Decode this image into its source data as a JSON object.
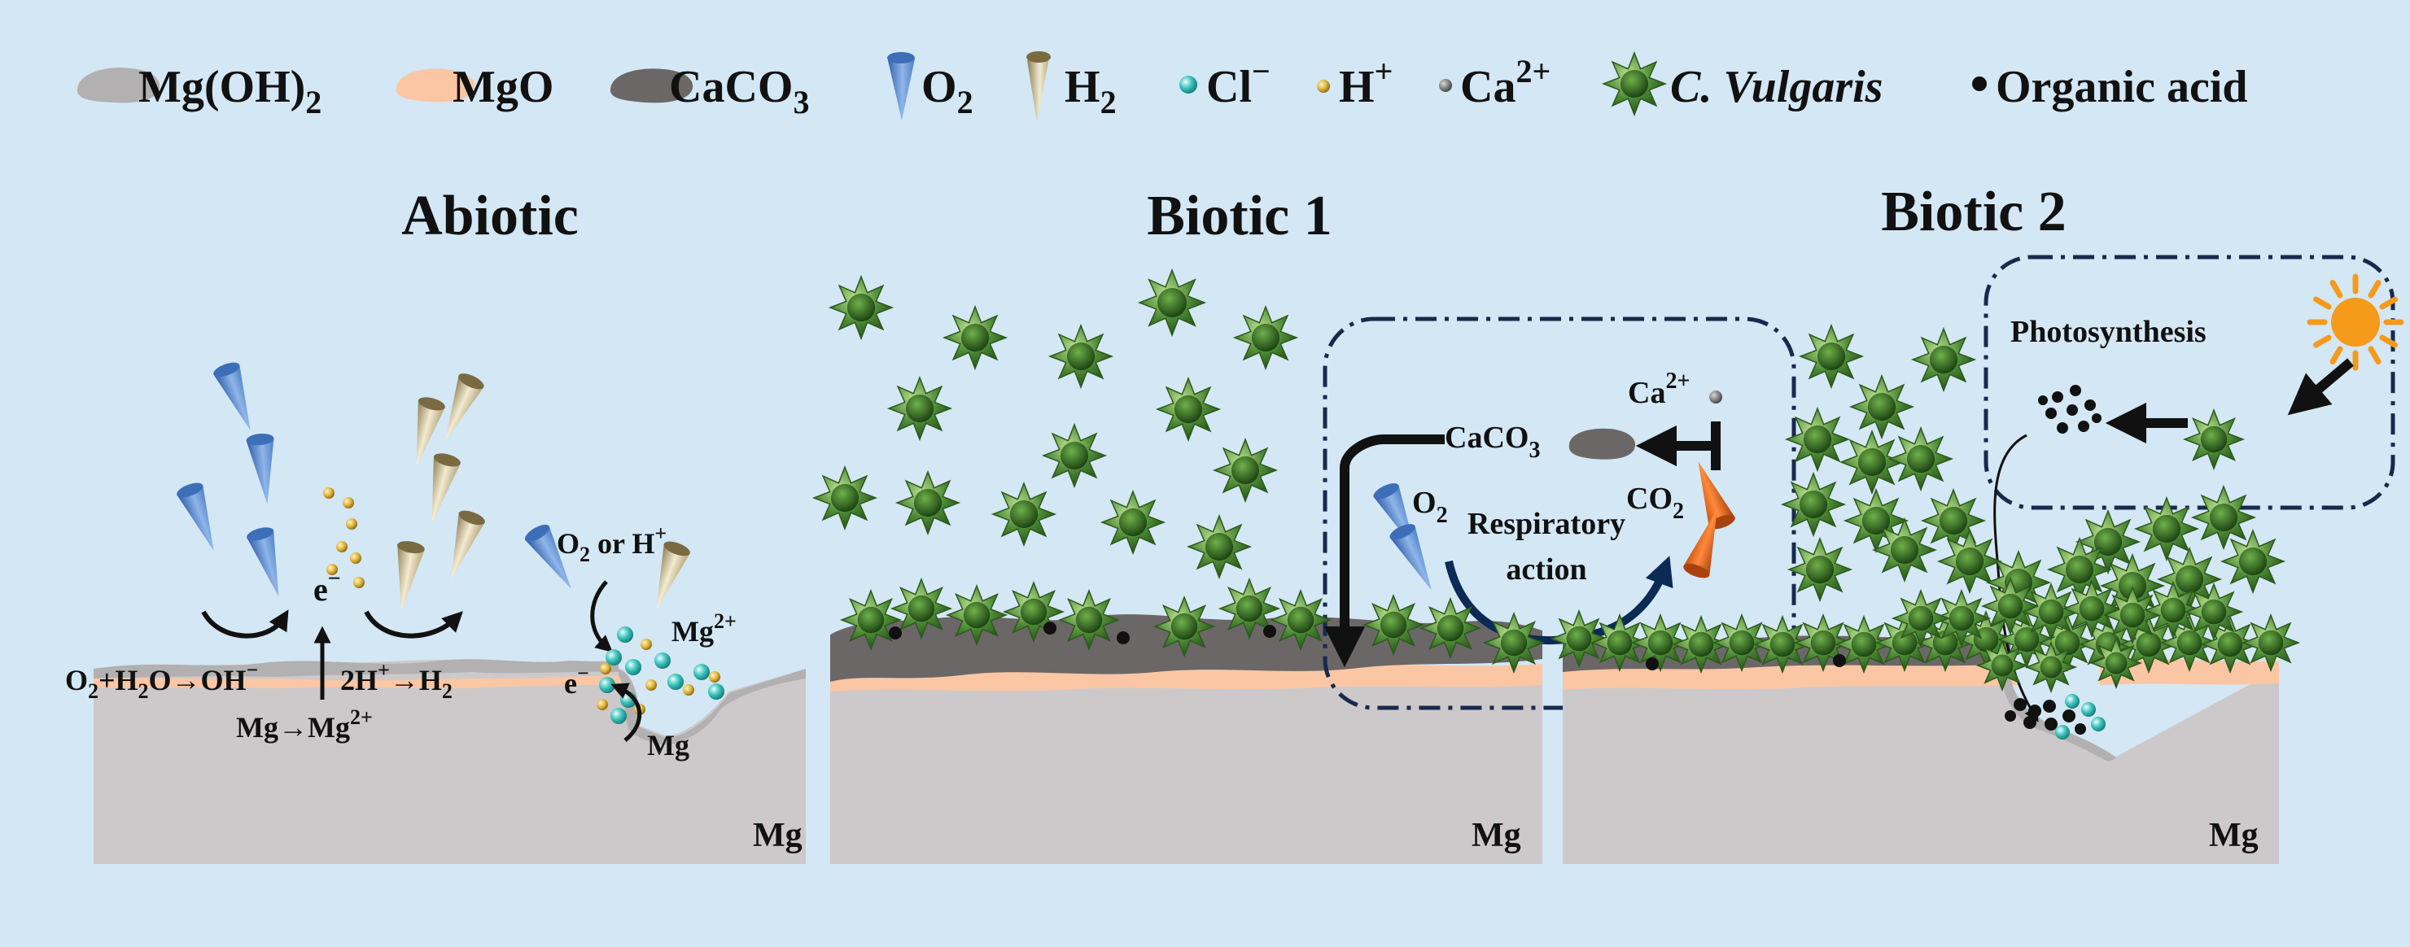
{
  "colors": {
    "background": "#d3e7f4",
    "metal": "#cdc9ca",
    "mg_oh2": "#b2b0b1",
    "mgo": "#fbc6a4",
    "caco3": "#6b6767",
    "o2_cone": "#6f9bd8",
    "h2_cone": "#d9cda8",
    "chloride": "#3fc4be",
    "proton": "#e0b43a",
    "calcium": "#7d7d7d",
    "cell": "#4e8a36",
    "cell_dark": "#1f4d14",
    "organic_acid": "#111111",
    "co2_cone": "#e8671c",
    "sun": "#f59a1b",
    "box_border": "#172a4d",
    "arrow_navy": "#0b2a55"
  },
  "legend": {
    "mgoh2": {
      "icon": "mg-oh2-pellet-icon",
      "main": "Mg(OH)",
      "sub": "2"
    },
    "mgo": {
      "icon": "mgo-pellet-icon",
      "main": "MgO"
    },
    "caco3": {
      "icon": "caco3-pellet-icon",
      "main": "CaCO",
      "sub": "3"
    },
    "o2": {
      "icon": "o2-cone-icon",
      "main": "O",
      "sub": "2"
    },
    "h2": {
      "icon": "h2-cone-icon",
      "main": "H",
      "sub": "2"
    },
    "cl": {
      "icon": "chloride-ball-icon",
      "main": "Cl",
      "sup": "−"
    },
    "h": {
      "icon": "proton-ball-icon",
      "main": "H",
      "sup": "+"
    },
    "ca": {
      "icon": "calcium-ball-icon",
      "main": "Ca",
      "sup": "2+"
    },
    "cv": {
      "icon": "chlorella-cell-icon",
      "main": "C. Vulgaris"
    },
    "oa": {
      "icon": "organic-acid-dot-icon",
      "main": "Organic acid"
    }
  },
  "panels": {
    "abiotic": {
      "title": "Abiotic",
      "substrate": "Mg",
      "electron": {
        "main": "e",
        "sup": "−"
      },
      "oxygen_reaction": {
        "a": "O",
        "b": "2",
        "c": "+H",
        "d": "2",
        "e": "O→OH",
        "f": "−"
      },
      "hydrogen_reaction": {
        "a": "2H",
        "b": "+",
        "c": "→H",
        "d": "2"
      },
      "mg_reaction": {
        "a": "Mg→Mg",
        "b": "2+"
      },
      "pit_oxidant": {
        "a": "O",
        "b": "2",
        "c": " or H",
        "d": "+"
      },
      "pit_ion": {
        "main": "Mg",
        "sup": "2+"
      },
      "pit_electron": {
        "main": "e",
        "sup": "−"
      },
      "pit_metal": "Mg"
    },
    "biotic1": {
      "title": "Biotic 1",
      "substrate": "Mg",
      "calcium": {
        "main": "Ca",
        "sup": "2+"
      },
      "caco3": {
        "main": "CaCO",
        "sub": "3"
      },
      "oxygen": {
        "main": "O",
        "sub": "2"
      },
      "co2": {
        "main": "CO",
        "sub": "2"
      },
      "respiration_line1": "Respiratory",
      "respiration_line2": "action"
    },
    "biotic2": {
      "title": "Biotic 2",
      "substrate": "Mg",
      "photosynthesis": "Photosynthesis"
    }
  }
}
